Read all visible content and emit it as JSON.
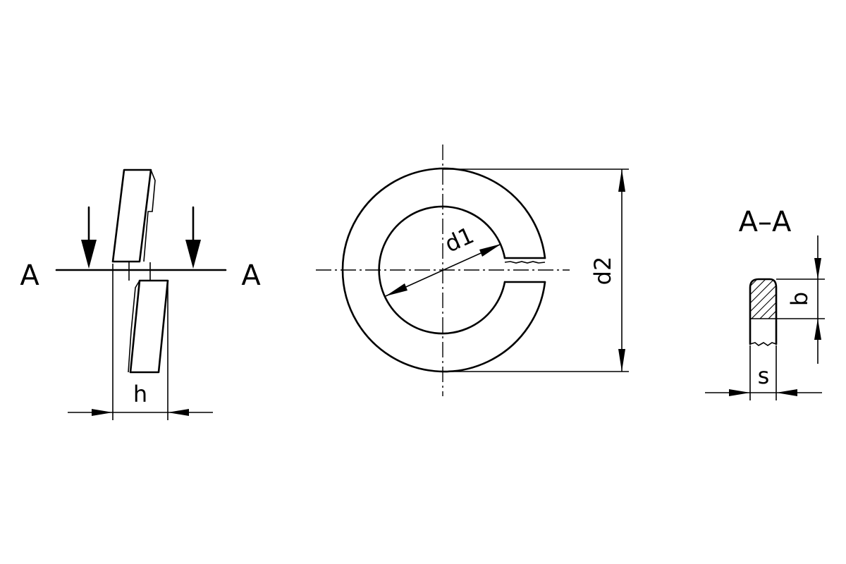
{
  "labels": {
    "section_left": "A",
    "section_right": "A",
    "section_title": "A–A",
    "height": "h",
    "inner_diameter": "d1",
    "outer_diameter": "d2",
    "section_width": "b",
    "section_thickness": "s"
  },
  "colors": {
    "line": "#000000",
    "background": "#ffffff"
  }
}
